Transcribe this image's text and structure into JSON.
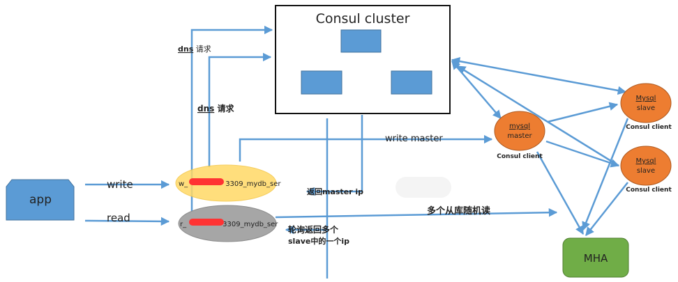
{
  "colors": {
    "arrow": "#5b9bd5",
    "node_blue": "#5b9bd5",
    "node_blue_border": "#41719c",
    "orange": "#ed7d31",
    "orange_border": "#ae5a21",
    "yellow": "#ffd966",
    "gray": "#a6a6a6",
    "green": "#70ad47",
    "green_border": "#507e32",
    "redaction": "#ff3333"
  },
  "consul_cluster": {
    "title": "Consul cluster",
    "server_nodes": 3
  },
  "app": {
    "label": "app"
  },
  "flows": {
    "write": "write",
    "read": "read",
    "dns_request_1": "dns 请求",
    "dns_request_2": "dns 请求",
    "write_master": "write master",
    "return_master_ip": "返回master ip",
    "poll_return_line1": "轮询返回多个",
    "poll_return_line2": "slave中的一个ip",
    "random_read": "多个从库随机读"
  },
  "services": {
    "write_service": {
      "prefix": "w_",
      "suffix": "3309_mydb_ser"
    },
    "read_service": {
      "prefix": "r_",
      "suffix": "3309_mydb_ser"
    }
  },
  "mysql_master": {
    "line1": "mysql",
    "line2": "master",
    "caption": "Consul client"
  },
  "mysql_slaves": [
    {
      "line1": "Mysql",
      "line2": "slave",
      "caption": "Consul client"
    },
    {
      "line1": "Mysql",
      "line2": "slave",
      "caption": "Consul client"
    }
  ],
  "mha": {
    "label": "MHA"
  }
}
